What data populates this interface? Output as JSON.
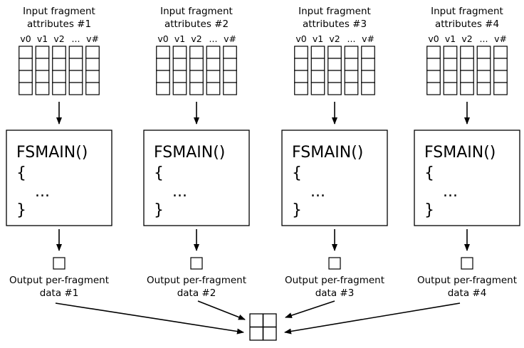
{
  "pipelines": [
    {
      "input_label": [
        "Input fragment",
        "attributes #1"
      ],
      "columns": [
        "v0",
        "v1",
        "v2",
        "...",
        "v#"
      ],
      "code_lines": [
        "FSMAIN()",
        "{",
        "...",
        "}"
      ],
      "output_label": [
        "Output per-fragment",
        "data #1"
      ]
    },
    {
      "input_label": [
        "Input fragment",
        "attributes #2"
      ],
      "columns": [
        "v0",
        "v1",
        "v2",
        "...",
        "v#"
      ],
      "code_lines": [
        "FSMAIN()",
        "{",
        "...",
        "}"
      ],
      "output_label": [
        "Output per-fragment",
        "data #2"
      ]
    },
    {
      "input_label": [
        "Input fragment",
        "attributes #3"
      ],
      "columns": [
        "v0",
        "v1",
        "v2",
        "...",
        "v#"
      ],
      "code_lines": [
        "FSMAIN()",
        "{",
        "...",
        "}"
      ],
      "output_label": [
        "Output per-fragment",
        "data #3"
      ]
    },
    {
      "input_label": [
        "Input fragment",
        "attributes #4"
      ],
      "columns": [
        "v0",
        "v1",
        "v2",
        "...",
        "v#"
      ],
      "code_lines": [
        "FSMAIN()",
        "{",
        "...",
        "}"
      ],
      "output_label": [
        "Output per-fragment",
        "data #4"
      ]
    }
  ],
  "attribute_rows": 4,
  "merged_output_grid": [
    2,
    2
  ]
}
